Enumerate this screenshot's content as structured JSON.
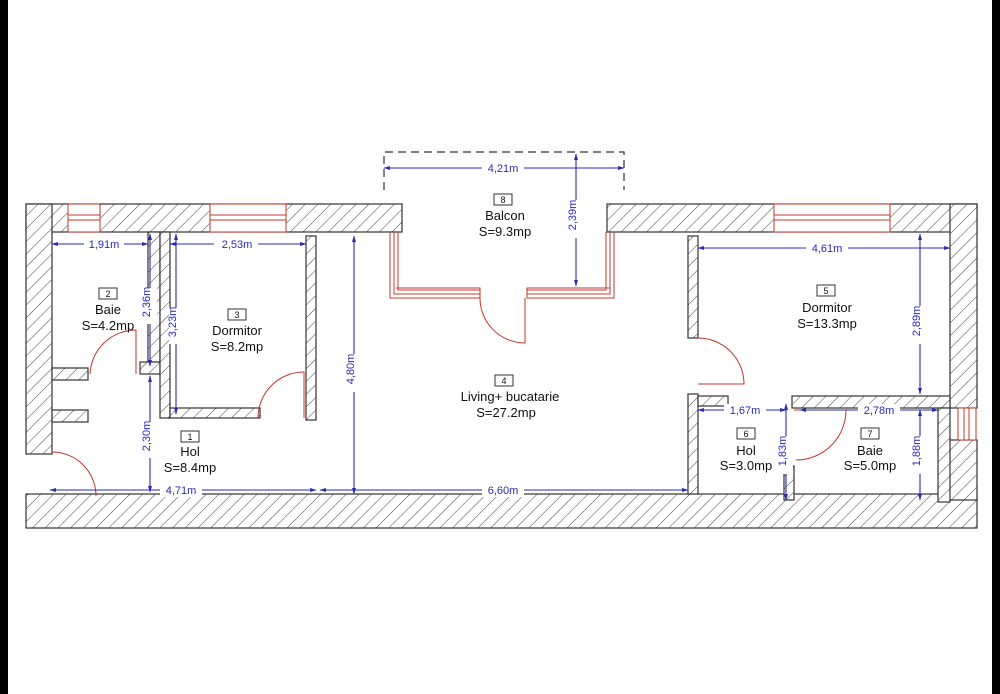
{
  "plan": {
    "rooms": [
      {
        "id": "1",
        "name": "Hol",
        "area": "S=8.4mp"
      },
      {
        "id": "2",
        "name": "Baie",
        "area": "S=4.2mp"
      },
      {
        "id": "3",
        "name": "Dormitor",
        "area": "S=8.2mp"
      },
      {
        "id": "4",
        "name": "Living+ bucatarie",
        "area": "S=27.2mp"
      },
      {
        "id": "5",
        "name": "Dormitor",
        "area": "S=13.3mp"
      },
      {
        "id": "6",
        "name": "Hol",
        "area": "S=3.0mp"
      },
      {
        "id": "7",
        "name": "Baie",
        "area": "S=5.0mp"
      },
      {
        "id": "8",
        "name": "Balcon",
        "area": "S=9.3mp"
      }
    ],
    "dimensions": {
      "baie2_width": "1,91m",
      "baie2_height": "2,36m",
      "dormitor3_width": "2,53m",
      "dormitor3_height": "3,23m",
      "hol1_height": "2,30m",
      "hol1_width": "4,71m",
      "living_height": "4,80m",
      "living_width": "6,60m",
      "balcon_width": "4,21m",
      "balcon_depth": "2,39m",
      "dormitor5_width": "4,61m",
      "dormitor5_height": "2,89m",
      "hol6_width": "1,67m",
      "hol6_height": "1,83m",
      "baie7_width": "2,78m",
      "baie7_height": "1,88m"
    }
  }
}
